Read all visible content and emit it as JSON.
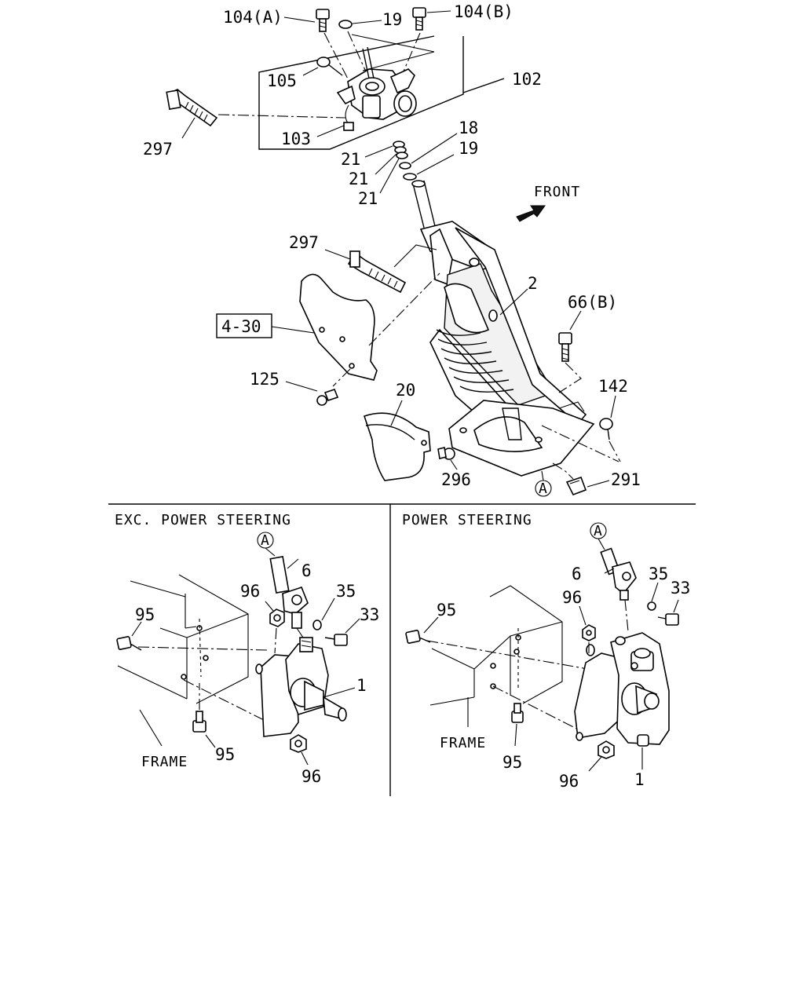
{
  "diagram": {
    "orientation_label": "FRONT",
    "reference_box": "4-30",
    "callouts_top": [
      "104(A)",
      "19",
      "104(B)",
      "105",
      "102",
      "103",
      "297",
      "18",
      "19",
      "21",
      "21",
      "21",
      "297",
      "2",
      "66(B)",
      "125",
      "142",
      "20",
      "296",
      "291"
    ],
    "ref_marker": "A",
    "sections": [
      {
        "title": "EXC. POWER STEERING",
        "marker": "A",
        "frame_label": "FRAME",
        "callouts": [
          "6",
          "96",
          "35",
          "33",
          "95",
          "1",
          "95",
          "96"
        ]
      },
      {
        "title": "POWER STEERING",
        "marker": "A",
        "frame_label": "FRAME",
        "callouts": [
          "6",
          "96",
          "35",
          "33",
          "95",
          "95",
          "96",
          "1"
        ]
      }
    ]
  }
}
